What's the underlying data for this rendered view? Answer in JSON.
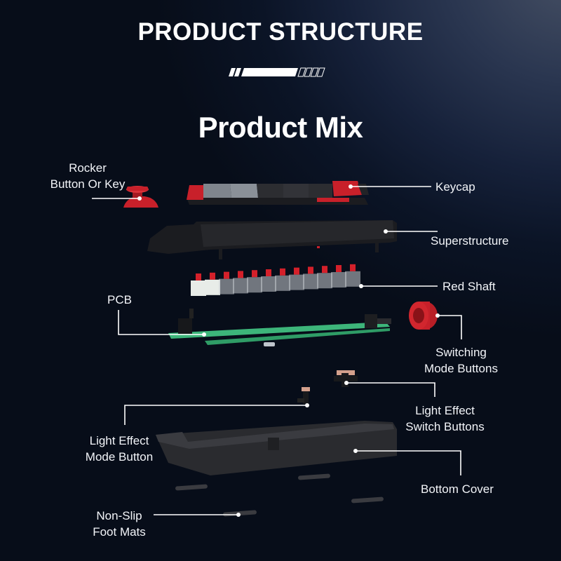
{
  "header": {
    "title": "PRODUCT STRUCTURE",
    "subtitle": "Product Mix"
  },
  "colors": {
    "background_dark": "#070d19",
    "background_light": "#465064",
    "accent_red": "#d4202a",
    "pcb_green": "#4cc98a",
    "text": "#ffffff"
  },
  "components": [
    {
      "id": "rocker",
      "label_lines": [
        "Rocker",
        "Button Or Key"
      ]
    },
    {
      "id": "keycap",
      "label_lines": [
        "Keycap"
      ]
    },
    {
      "id": "superstructure",
      "label_lines": [
        "Superstructure"
      ]
    },
    {
      "id": "red-shaft",
      "label_lines": [
        "Red Shaft"
      ]
    },
    {
      "id": "pcb",
      "label_lines": [
        "PCB"
      ]
    },
    {
      "id": "switching-mode",
      "label_lines": [
        "Switching",
        "Mode Buttons"
      ]
    },
    {
      "id": "light-effect-switch",
      "label_lines": [
        "Light Effect",
        "Switch Buttons"
      ]
    },
    {
      "id": "light-effect-mode",
      "label_lines": [
        "Light Effect",
        "Mode Button"
      ]
    },
    {
      "id": "bottom-cover",
      "label_lines": [
        "Bottom Cover"
      ]
    },
    {
      "id": "foot-mats",
      "label_lines": [
        "Non-Slip",
        "Foot Mats"
      ]
    }
  ]
}
